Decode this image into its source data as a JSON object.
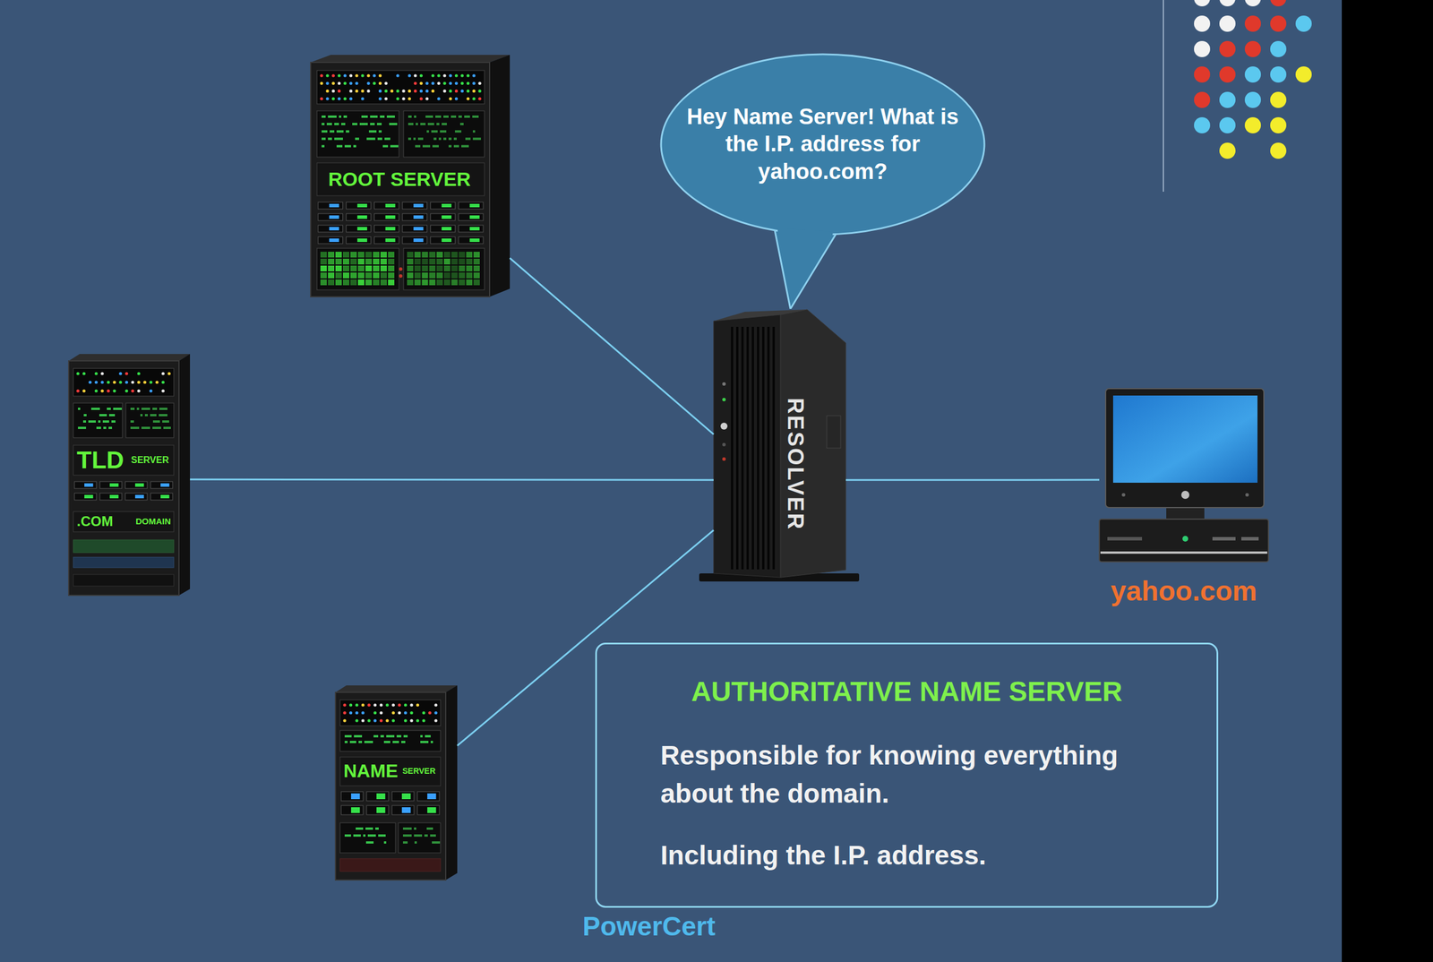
{
  "diagram": {
    "nodes": [
      {
        "text": [
          "ROOT SERVER"
        ]
      },
      {
        "text": [
          "Hey Name Server! What is the I.P. address for yahoo.com?"
        ]
      },
      {
        "text": [
          "TLD",
          "SERVER",
          ".COM",
          "DOMAIN"
        ]
      },
      {
        "text": [
          "RESOLVER"
        ]
      },
      {
        "text": [
          "yahoo.com"
        ]
      },
      {
        "text": [
          "NAME",
          "SERVER"
        ]
      },
      {
        "text": [
          "AUTHORITATIVE NAME SERVER",
          "Responsible for knowing everything about the domain.",
          "Including the I.P. address."
        ]
      }
    ],
    "edges": [
      {
        "from": 0,
        "to": 3,
        "arrow": "none"
      },
      {
        "from": 2,
        "to": 3,
        "arrow": "none"
      },
      {
        "from": 5,
        "to": 3,
        "arrow": "none"
      },
      {
        "from": 3,
        "to": 4,
        "arrow": "none"
      }
    ],
    "labels": [
      "PowerCert"
    ]
  }
}
